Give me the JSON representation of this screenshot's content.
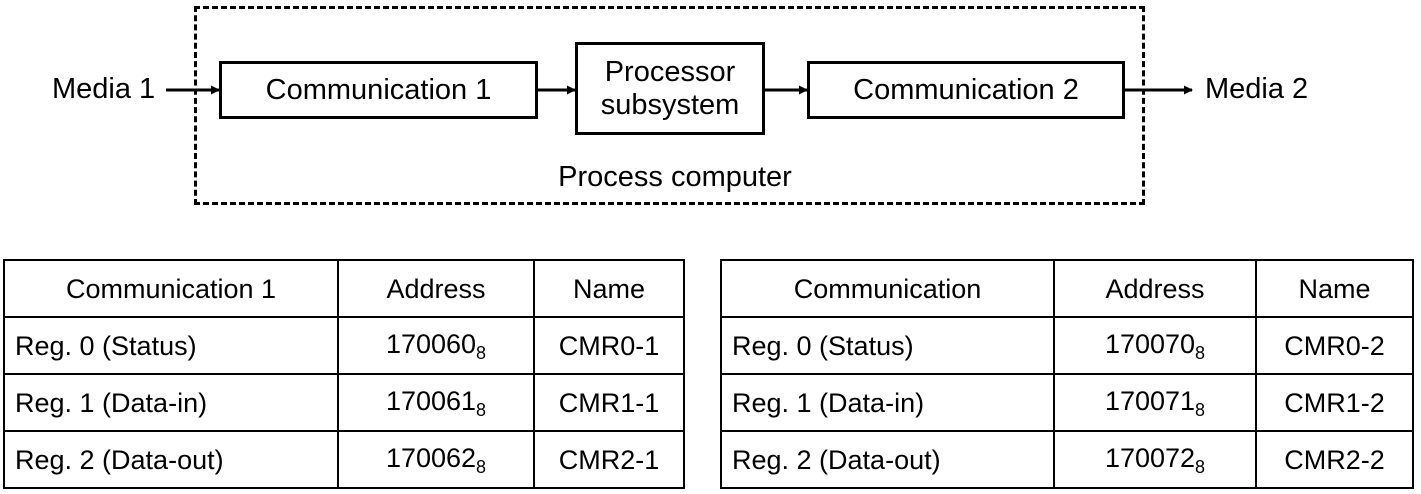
{
  "diagram": {
    "enclosure_label": "Process computer",
    "input_label": "Media 1",
    "output_label": "Media 2",
    "blocks": [
      {
        "id": "comm1",
        "label": "Communication 1"
      },
      {
        "id": "processor",
        "label": "Processor\nsubsystem",
        "line1": "Processor",
        "line2": "subsystem"
      },
      {
        "id": "comm2",
        "label": "Communication 2"
      }
    ],
    "arrows": [
      {
        "from": "Media 1",
        "to": "Communication 1"
      },
      {
        "from": "Communication 1",
        "to": "Processor subsystem"
      },
      {
        "from": "Processor subsystem",
        "to": "Communication 2"
      },
      {
        "from": "Communication 2",
        "to": "Media 2"
      }
    ]
  },
  "tables": [
    {
      "id": "communication-1",
      "headers": [
        "Communication 1",
        "Address",
        "Name"
      ],
      "rows": [
        {
          "desc": "Reg. 0 (Status)",
          "address": "170060",
          "address_base": "8",
          "name": "CMR0-1"
        },
        {
          "desc": "Reg. 1 (Data-in)",
          "address": "170061",
          "address_base": "8",
          "name": "CMR1-1"
        },
        {
          "desc": "Reg. 2 (Data-out)",
          "address": "170062",
          "address_base": "8",
          "name": "CMR2-1"
        }
      ]
    },
    {
      "id": "communication-2",
      "headers": [
        "Communication",
        "Address",
        "Name"
      ],
      "rows": [
        {
          "desc": "Reg. 0 (Status)",
          "address": "170070",
          "address_base": "8",
          "name": "CMR0-2"
        },
        {
          "desc": "Reg. 1 (Data-in)",
          "address": "170071",
          "address_base": "8",
          "name": "CMR1-2"
        },
        {
          "desc": "Reg. 2 (Data-out)",
          "address": "170072",
          "address_base": "8",
          "name": "CMR2-2"
        }
      ]
    }
  ],
  "colors": {
    "stroke": "#000000",
    "background": "#ffffff"
  }
}
